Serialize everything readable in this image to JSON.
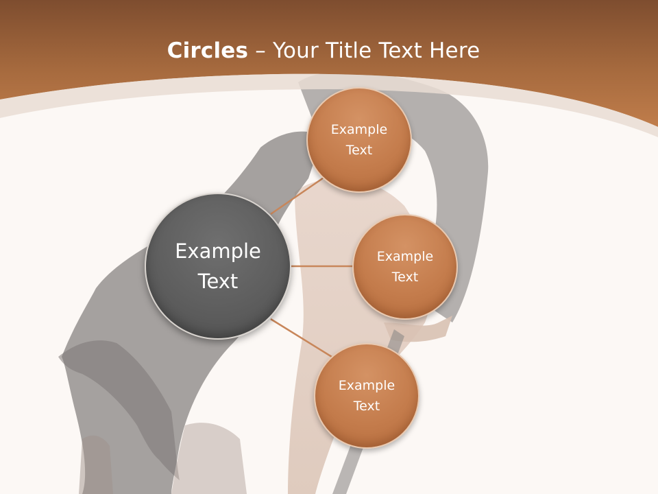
{
  "slide": {
    "title_bold": "Circles",
    "title_rest": " – Your Title Text Here"
  },
  "diagram": {
    "center": {
      "line1": "Example",
      "line2": "Text"
    },
    "satellites": [
      {
        "line1": "Example",
        "line2": "Text"
      },
      {
        "line1": "Example",
        "line2": "Text"
      },
      {
        "line1": "Example",
        "line2": "Text"
      }
    ]
  },
  "colors": {
    "header": "#b8733f",
    "accent": "#c47c4c",
    "center_circle": "#5e5e5e",
    "connector": "#c8865a",
    "background": "#fcf8f5"
  }
}
